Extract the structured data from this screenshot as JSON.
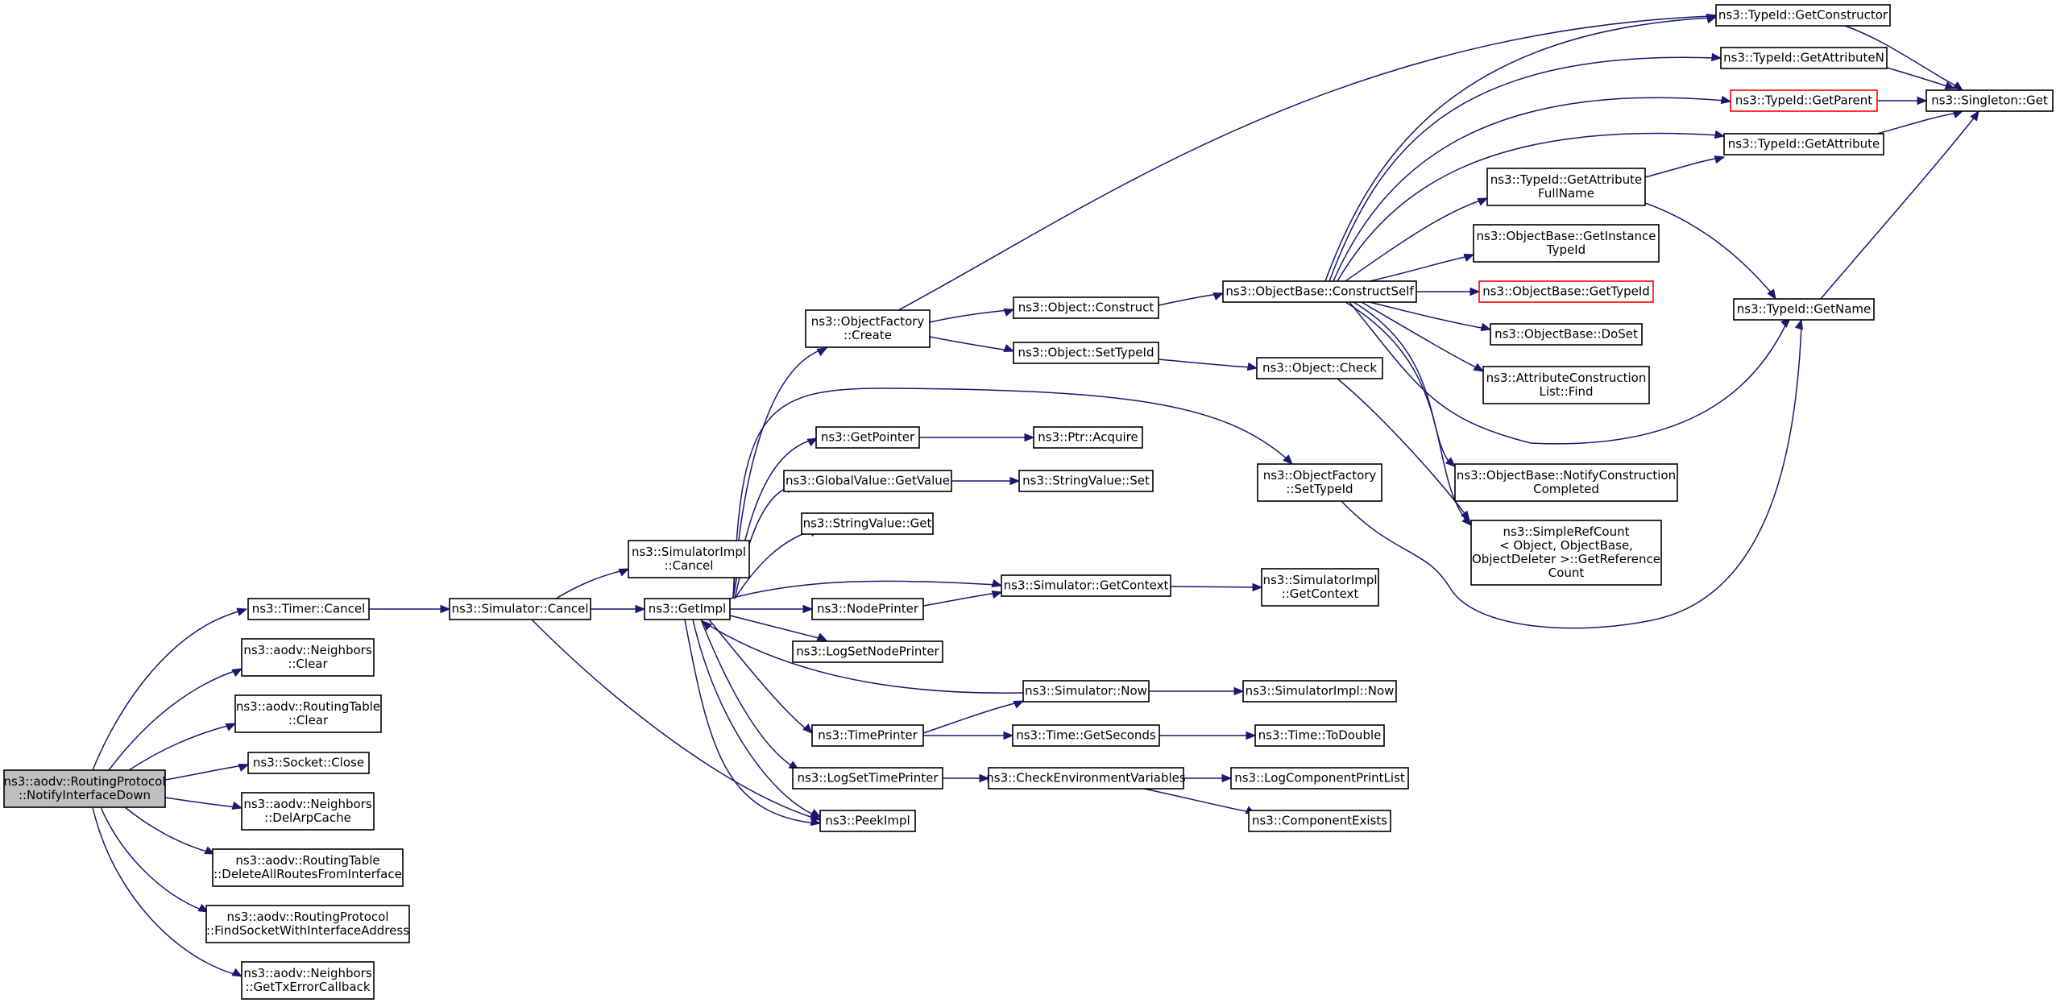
{
  "nodes": {
    "root": {
      "lines": [
        "ns3::aodv::RoutingProtocol",
        "::NotifyInterfaceDown"
      ]
    },
    "timerCancel": {
      "lines": [
        "ns3::Timer::Cancel"
      ]
    },
    "neighborsClear": {
      "lines": [
        "ns3::aodv::Neighbors",
        "::Clear"
      ]
    },
    "routingTableClear": {
      "lines": [
        "ns3::aodv::RoutingTable",
        "::Clear"
      ]
    },
    "socketClose": {
      "lines": [
        "ns3::Socket::Close"
      ]
    },
    "neighborsDelArp": {
      "lines": [
        "ns3::aodv::Neighbors",
        "::DelArpCache"
      ]
    },
    "deleteAllRoutes": {
      "lines": [
        "ns3::aodv::RoutingTable",
        "::DeleteAllRoutesFromInterface"
      ]
    },
    "findSocket": {
      "lines": [
        "ns3::aodv::RoutingProtocol",
        "::FindSocketWithInterfaceAddress"
      ]
    },
    "getTxError": {
      "lines": [
        "ns3::aodv::Neighbors",
        "::GetTxErrorCallback"
      ]
    },
    "simCancel": {
      "lines": [
        "ns3::Simulator::Cancel"
      ]
    },
    "simImplCancel": {
      "lines": [
        "ns3::SimulatorImpl",
        "::Cancel"
      ]
    },
    "getImpl": {
      "lines": [
        "ns3::GetImpl"
      ]
    },
    "peekImpl": {
      "lines": [
        "ns3::PeekImpl"
      ]
    },
    "ofCreate": {
      "lines": [
        "ns3::ObjectFactory",
        "::Create"
      ]
    },
    "getPointer": {
      "lines": [
        "ns3::GetPointer"
      ]
    },
    "gvGetValue": {
      "lines": [
        "ns3::GlobalValue::GetValue"
      ]
    },
    "svGet": {
      "lines": [
        "ns3::StringValue::Get"
      ]
    },
    "nodePrinter": {
      "lines": [
        "ns3::NodePrinter"
      ]
    },
    "logSetNodePrinter": {
      "lines": [
        "ns3::LogSetNodePrinter"
      ]
    },
    "timePrinter": {
      "lines": [
        "ns3::TimePrinter"
      ]
    },
    "logSetTimePrinter": {
      "lines": [
        "ns3::LogSetTimePrinter"
      ]
    },
    "objConstruct": {
      "lines": [
        "ns3::Object::Construct"
      ]
    },
    "objSetTypeId": {
      "lines": [
        "ns3::Object::SetTypeId"
      ]
    },
    "ptrAcquire": {
      "lines": [
        "ns3::Ptr::Acquire"
      ]
    },
    "svSet": {
      "lines": [
        "ns3::StringValue::Set"
      ]
    },
    "simGetContext": {
      "lines": [
        "ns3::Simulator::GetContext"
      ]
    },
    "simNow": {
      "lines": [
        "ns3::Simulator::Now"
      ]
    },
    "timeGetSeconds": {
      "lines": [
        "ns3::Time::GetSeconds"
      ]
    },
    "checkEnv": {
      "lines": [
        "ns3::CheckEnvironmentVariables"
      ]
    },
    "obConstructSelf": {
      "lines": [
        "ns3::ObjectBase::ConstructSelf"
      ]
    },
    "objCheck": {
      "lines": [
        "ns3::Object::Check"
      ]
    },
    "ofSetTypeId": {
      "lines": [
        "ns3::ObjectFactory",
        "::SetTypeId"
      ]
    },
    "simImplGetContext": {
      "lines": [
        "ns3::SimulatorImpl",
        "::GetContext"
      ]
    },
    "simImplNow": {
      "lines": [
        "ns3::SimulatorImpl::Now"
      ]
    },
    "timeToDouble": {
      "lines": [
        "ns3::Time::ToDouble"
      ]
    },
    "logComponentPrintList": {
      "lines": [
        "ns3::LogComponentPrintList"
      ]
    },
    "componentExists": {
      "lines": [
        "ns3::ComponentExists"
      ]
    },
    "tidGetAttrFullName": {
      "lines": [
        "ns3::TypeId::GetAttribute",
        "FullName"
      ]
    },
    "obGetInstanceTypeId": {
      "lines": [
        "ns3::ObjectBase::GetInstance",
        "TypeId"
      ]
    },
    "obGetTypeId": {
      "lines": [
        "ns3::ObjectBase::GetTypeId"
      ]
    },
    "obDoSet": {
      "lines": [
        "ns3::ObjectBase::DoSet"
      ]
    },
    "acListFind": {
      "lines": [
        "ns3::AttributeConstruction",
        "List::Find"
      ]
    },
    "obNotifyConstruction": {
      "lines": [
        "ns3::ObjectBase::NotifyConstruction",
        "Completed"
      ]
    },
    "srcGetRefCount": {
      "lines": [
        "ns3::SimpleRefCount",
        "< Object, ObjectBase,",
        " ObjectDeleter >::GetReference",
        "Count"
      ]
    },
    "tidGetConstructor": {
      "lines": [
        "ns3::TypeId::GetConstructor"
      ]
    },
    "tidGetAttributeN": {
      "lines": [
        "ns3::TypeId::GetAttributeN"
      ]
    },
    "tidGetParent": {
      "lines": [
        "ns3::TypeId::GetParent"
      ]
    },
    "tidGetAttribute": {
      "lines": [
        "ns3::TypeId::GetAttribute"
      ]
    },
    "tidGetName": {
      "lines": [
        "ns3::TypeId::GetName"
      ]
    },
    "singletonGet": {
      "lines": [
        "ns3::Singleton::Get"
      ]
    }
  }
}
